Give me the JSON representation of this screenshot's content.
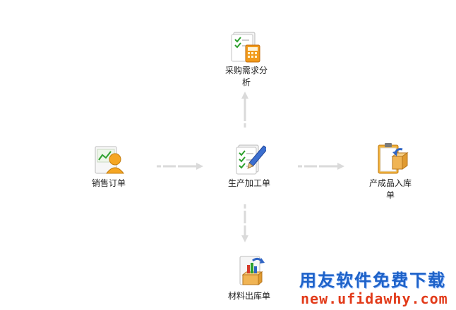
{
  "flow": {
    "nodes": {
      "purchase_analysis": {
        "label": "采购需求分\n析",
        "icon": "purchase-analysis-icon"
      },
      "sales_order": {
        "label": "销售订单",
        "icon": "sales-order-icon"
      },
      "production_order": {
        "label": "生产加工单",
        "icon": "production-order-icon"
      },
      "finished_goods_in": {
        "label": "产成品入库\n单",
        "icon": "finished-goods-receipt-icon"
      },
      "material_out": {
        "label": "材料出库单",
        "icon": "material-issue-icon"
      }
    }
  },
  "watermark": {
    "line1": "用友软件免费下载",
    "line2": "new.ufidawhy.com"
  },
  "colors": {
    "arrow": "#dadada",
    "watermark_blue": "#1e62c8",
    "watermark_red": "#e23b1a"
  }
}
